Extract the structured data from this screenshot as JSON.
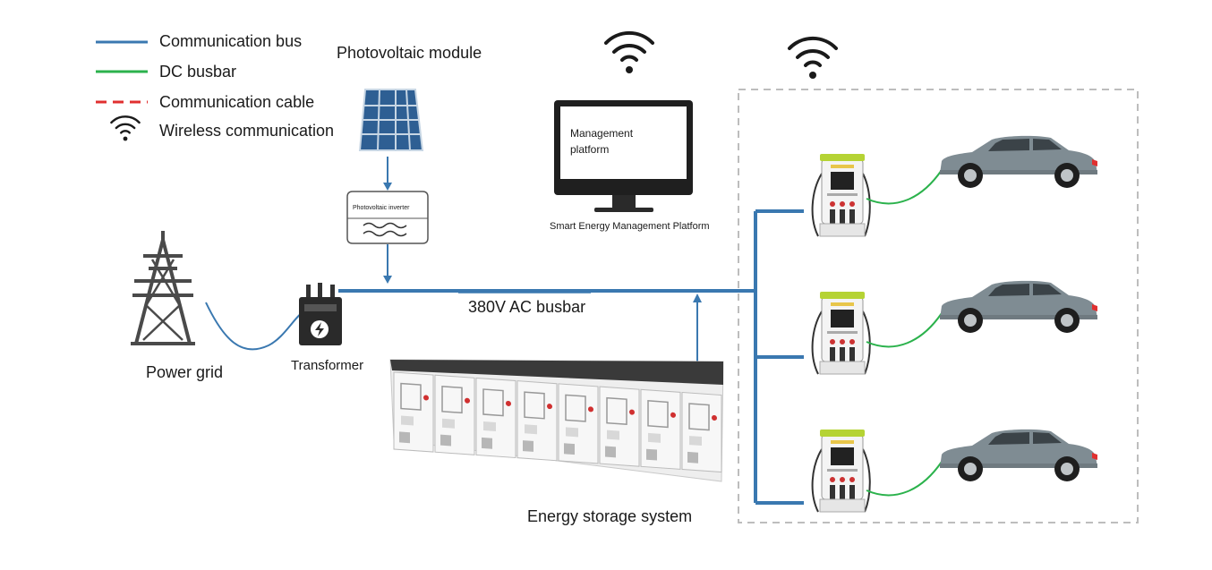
{
  "legend": {
    "items": [
      {
        "label": "Communication bus",
        "color": "#3a78b0",
        "style": "solid"
      },
      {
        "label": "DC busbar",
        "color": "#2bb24c",
        "style": "solid"
      },
      {
        "label": "Communication cable",
        "color": "#e03030",
        "style": "dashed"
      },
      {
        "label": "Wireless communication",
        "color": "#2a4a3a",
        "style": "wifi-icon"
      }
    ]
  },
  "nodes": {
    "pv_module": "Photovoltaic module",
    "pv_inverter": "Photovoltaic inverter",
    "management_screen": "Management\nplatform",
    "smart_platform": "Smart Energy Management Platform",
    "power_grid": "Power grid",
    "transformer": "Transformer",
    "ac_busbar": "380V AC busbar",
    "storage": "Energy storage system"
  },
  "colors": {
    "bus_blue": "#3a78b0",
    "dc_green": "#2bb24c",
    "wifi": "#1a1a1a",
    "charger_accent": "#b5d334",
    "car_body": "#7f8c93",
    "dashed_border": "#bdbdbd"
  },
  "icons": [
    "wifi-icon",
    "solar-panel-icon",
    "inverter-icon",
    "monitor-icon",
    "pylon-icon",
    "transformer-icon",
    "storage-cabinet-icon",
    "charger-icon",
    "car-icon"
  ]
}
